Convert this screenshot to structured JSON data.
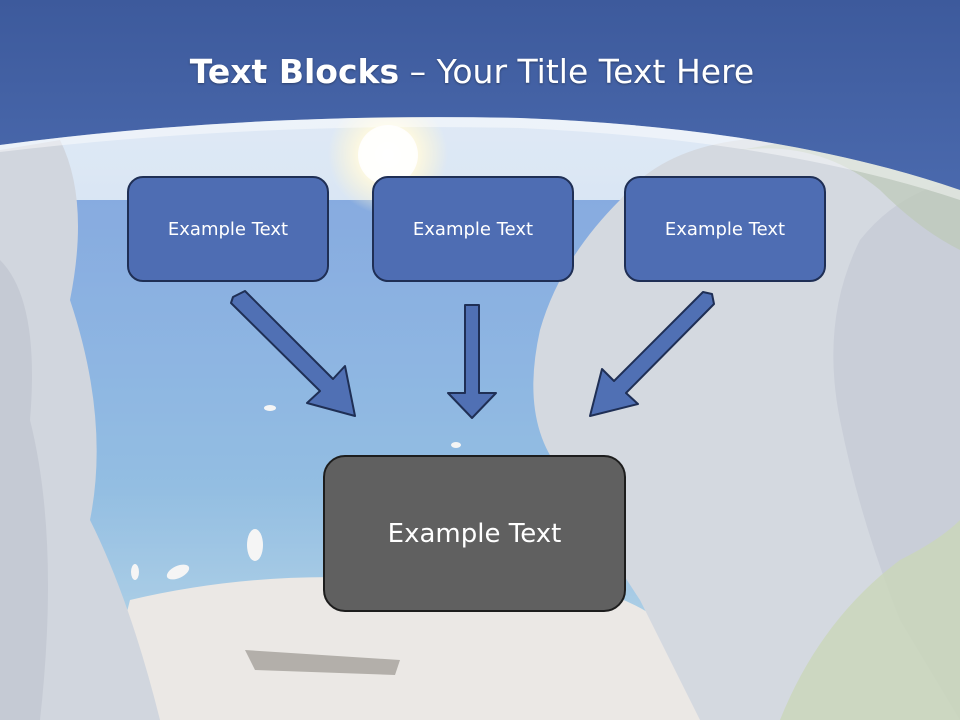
{
  "slide": {
    "title_bold": "Text Blocks",
    "title_rest": " – Your Title Text Here",
    "blocks": [
      {
        "label": "Example Text"
      },
      {
        "label": "Example Text"
      },
      {
        "label": "Example Text"
      }
    ],
    "result_block": {
      "label": "Example Text"
    }
  },
  "colors": {
    "header_band": "#4563a6",
    "block_fill": "#4e6db3",
    "block_border": "#1f2f55",
    "arrow_fill": "#5070b4",
    "result_fill": "#606060"
  }
}
